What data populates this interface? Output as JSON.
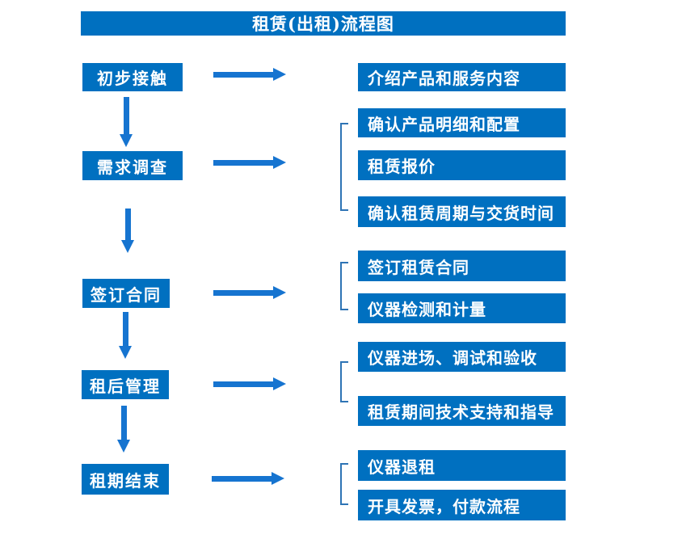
{
  "title": "租赁(出租)流程图",
  "colors": {
    "box_blue": "#0070c0",
    "arrow_blue": "#1674d0",
    "bracket_blue": "#2e74b5",
    "text_white": "#ffffff"
  },
  "stages": [
    {
      "label": "初步接触",
      "outputs": [
        "介绍产品和服务内容"
      ]
    },
    {
      "label": "需求调查",
      "outputs": [
        "确认产品明细和配置",
        "租赁报价",
        "确认租赁周期与交货时间"
      ]
    },
    {
      "label": "签订合同",
      "outputs": [
        "签订租赁合同",
        "仪器检测和计量"
      ]
    },
    {
      "label": "租后管理",
      "outputs": [
        "仪器进场、调试和验收",
        "租赁期间技术支持和指导"
      ]
    },
    {
      "label": "租期结束",
      "outputs": [
        "仪器退租",
        "开具发票，付款流程"
      ]
    }
  ]
}
